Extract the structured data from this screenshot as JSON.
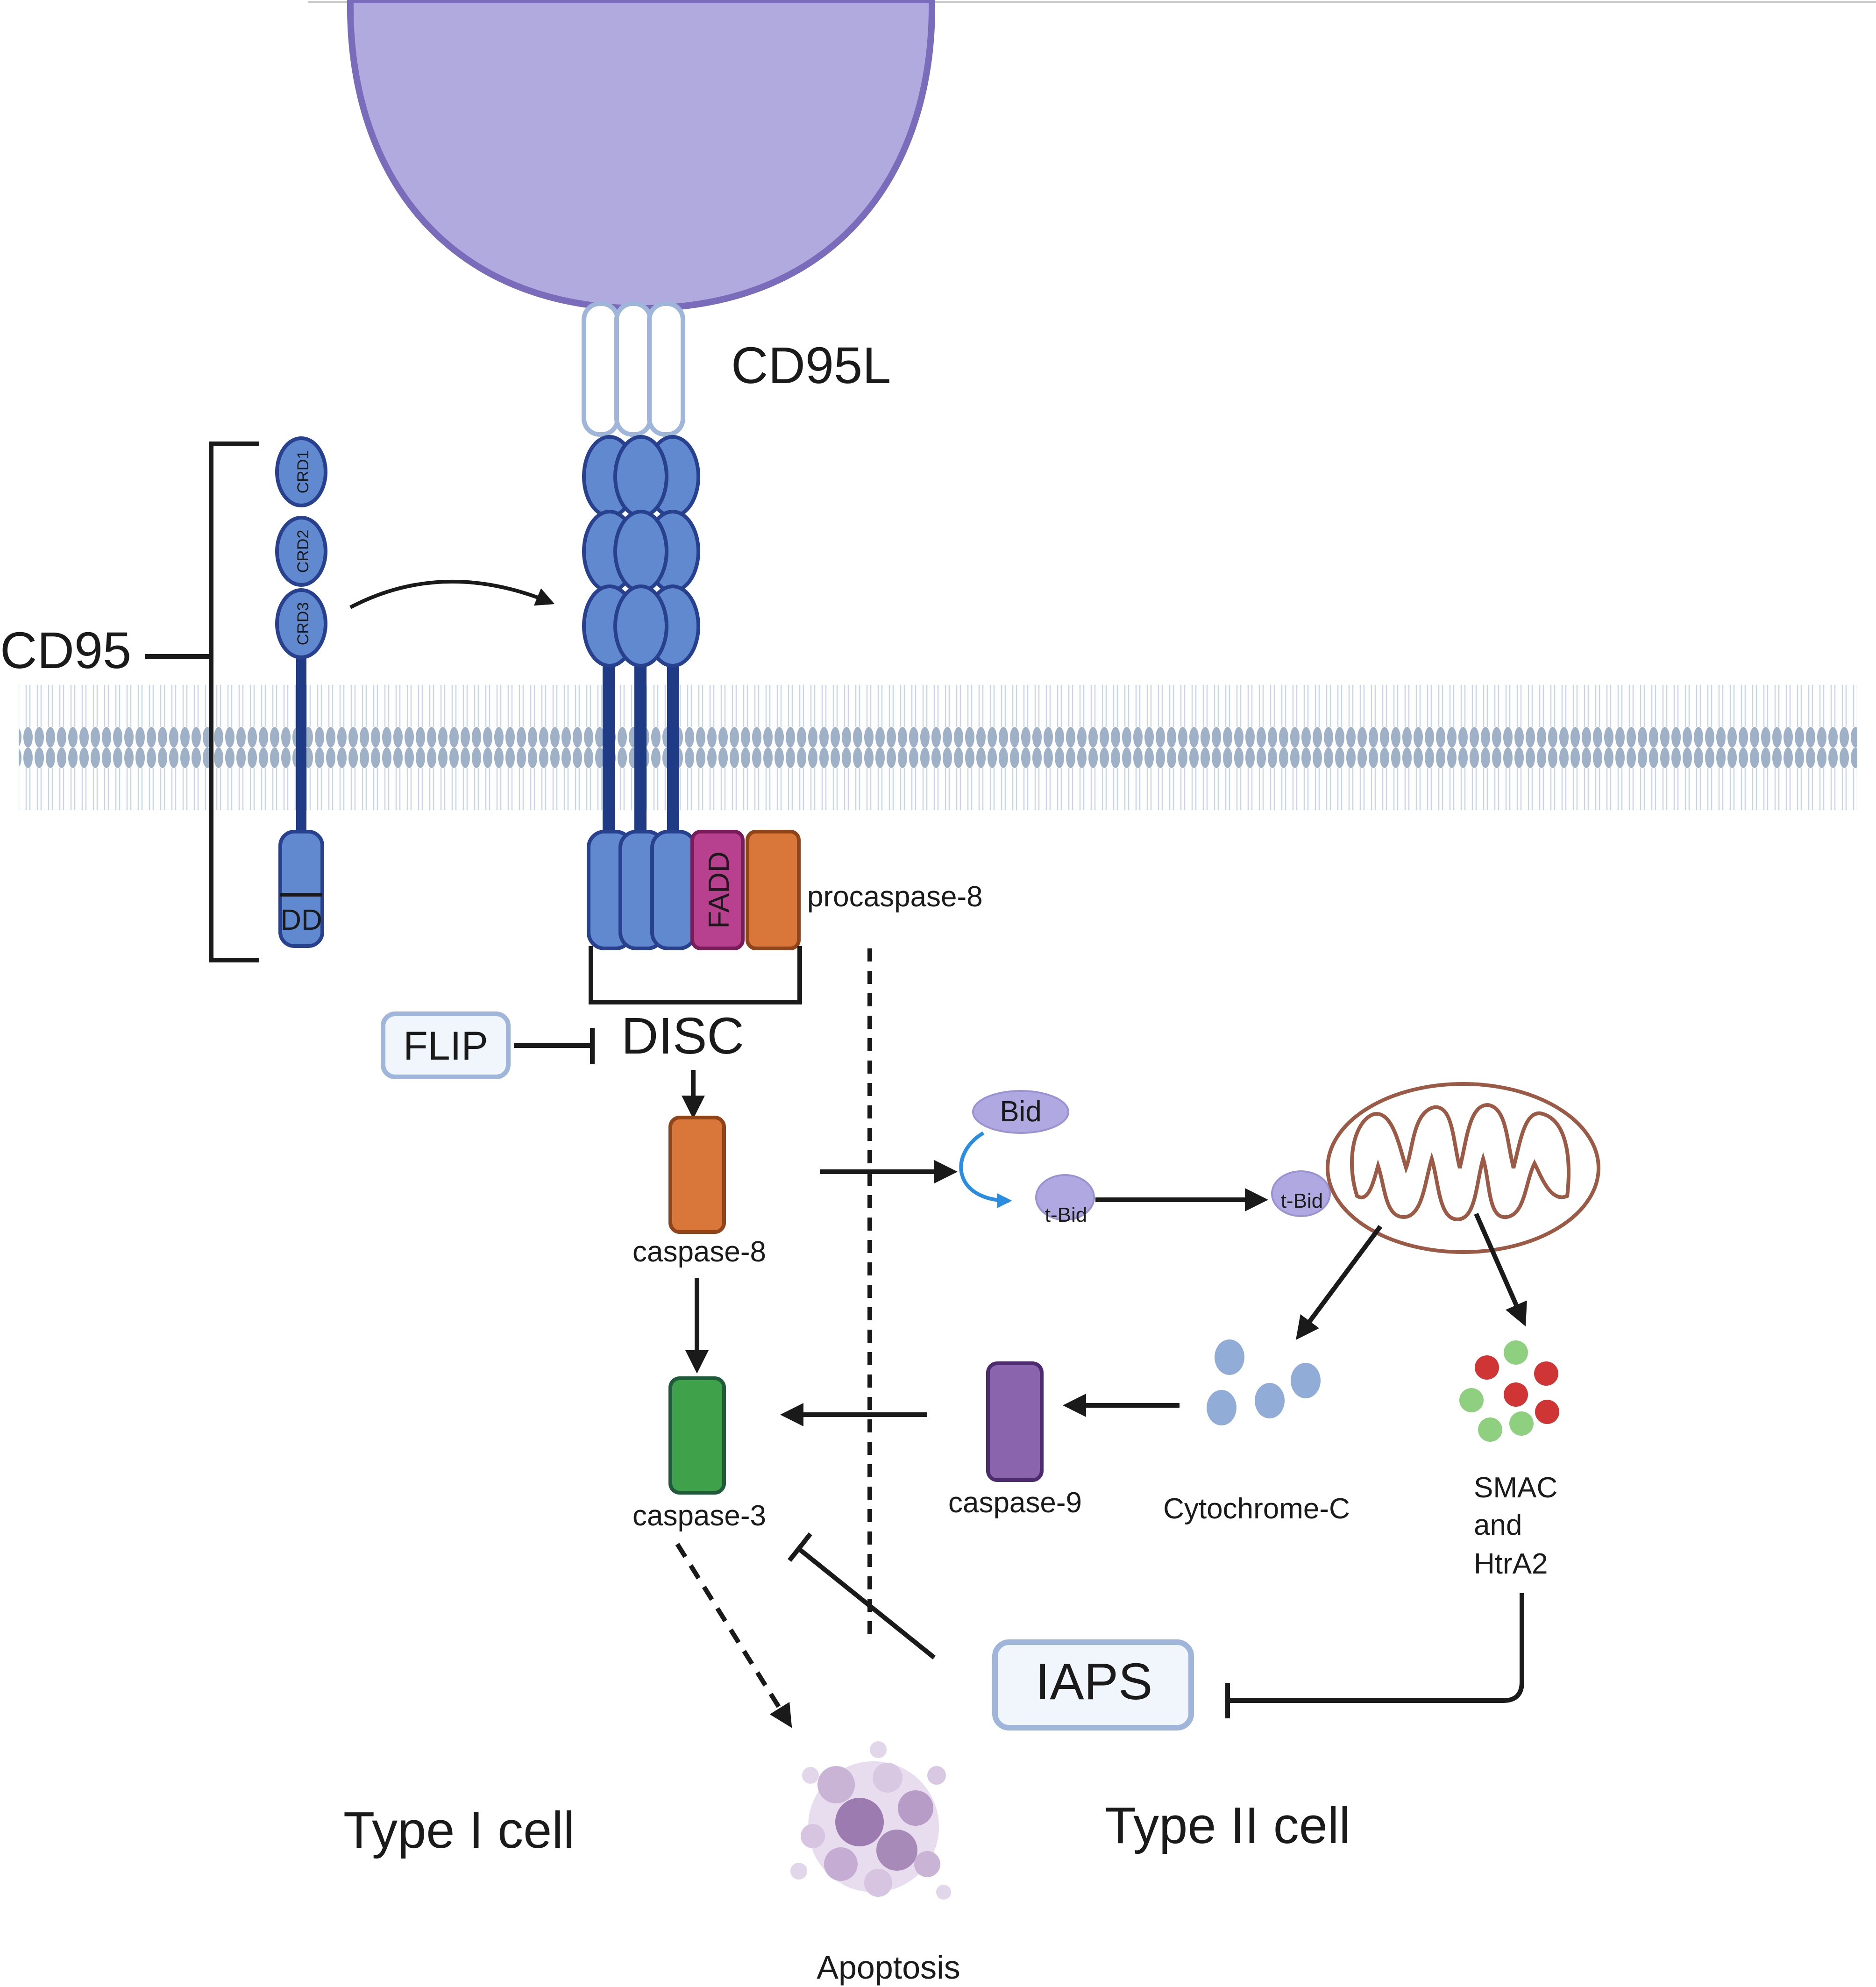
{
  "labels": {
    "ligand": "CD95L",
    "receptor": "CD95",
    "crd1": "CRD1",
    "crd2": "CRD2",
    "crd3": "CRD3",
    "dd": "DD",
    "fadd": "FADD",
    "procaspase8": "procaspase-8",
    "disc": "DISC",
    "flip": "FLIP",
    "caspase8": "caspase-8",
    "bid": "Bid",
    "tbid": "t-Bid",
    "tbid_mito": "t-Bid",
    "caspase3": "caspase-3",
    "caspase9": "caspase-9",
    "cytochrome_c": "Cytochrome-C",
    "smac_line1": "SMAC",
    "smac_line2": "and",
    "smac_line3": "HtrA2",
    "iaps": "IAPS",
    "type1": "Type I cell",
    "type2": "Type II cell",
    "apoptosis": "Apoptosis"
  },
  "colors": {
    "ligand_fill": "#b0aade",
    "ligand_stroke": "#7a6bbb",
    "receptor_fill": "#6189cf",
    "receptor_stroke": "#27418f",
    "stem": "#1f3b86",
    "membrane_head": "#9fb1c7",
    "membrane_tail": "#c9d6e6",
    "fadd": "#b8418f",
    "caspase8": "#d9763a",
    "caspase3": "#3fa14a",
    "caspase9": "#8b64ae",
    "bid": "#b0a8e0",
    "cytochrome": "#92acd8",
    "smac_red": "#cf3535",
    "smac_green": "#8fd080",
    "mito_stroke": "#9a5a45",
    "flip_border": "#9fb5d9",
    "flip_fill": "#f1f6fc",
    "bid_curve": "#2a8de0",
    "apoptosis": "#a88ab8"
  }
}
